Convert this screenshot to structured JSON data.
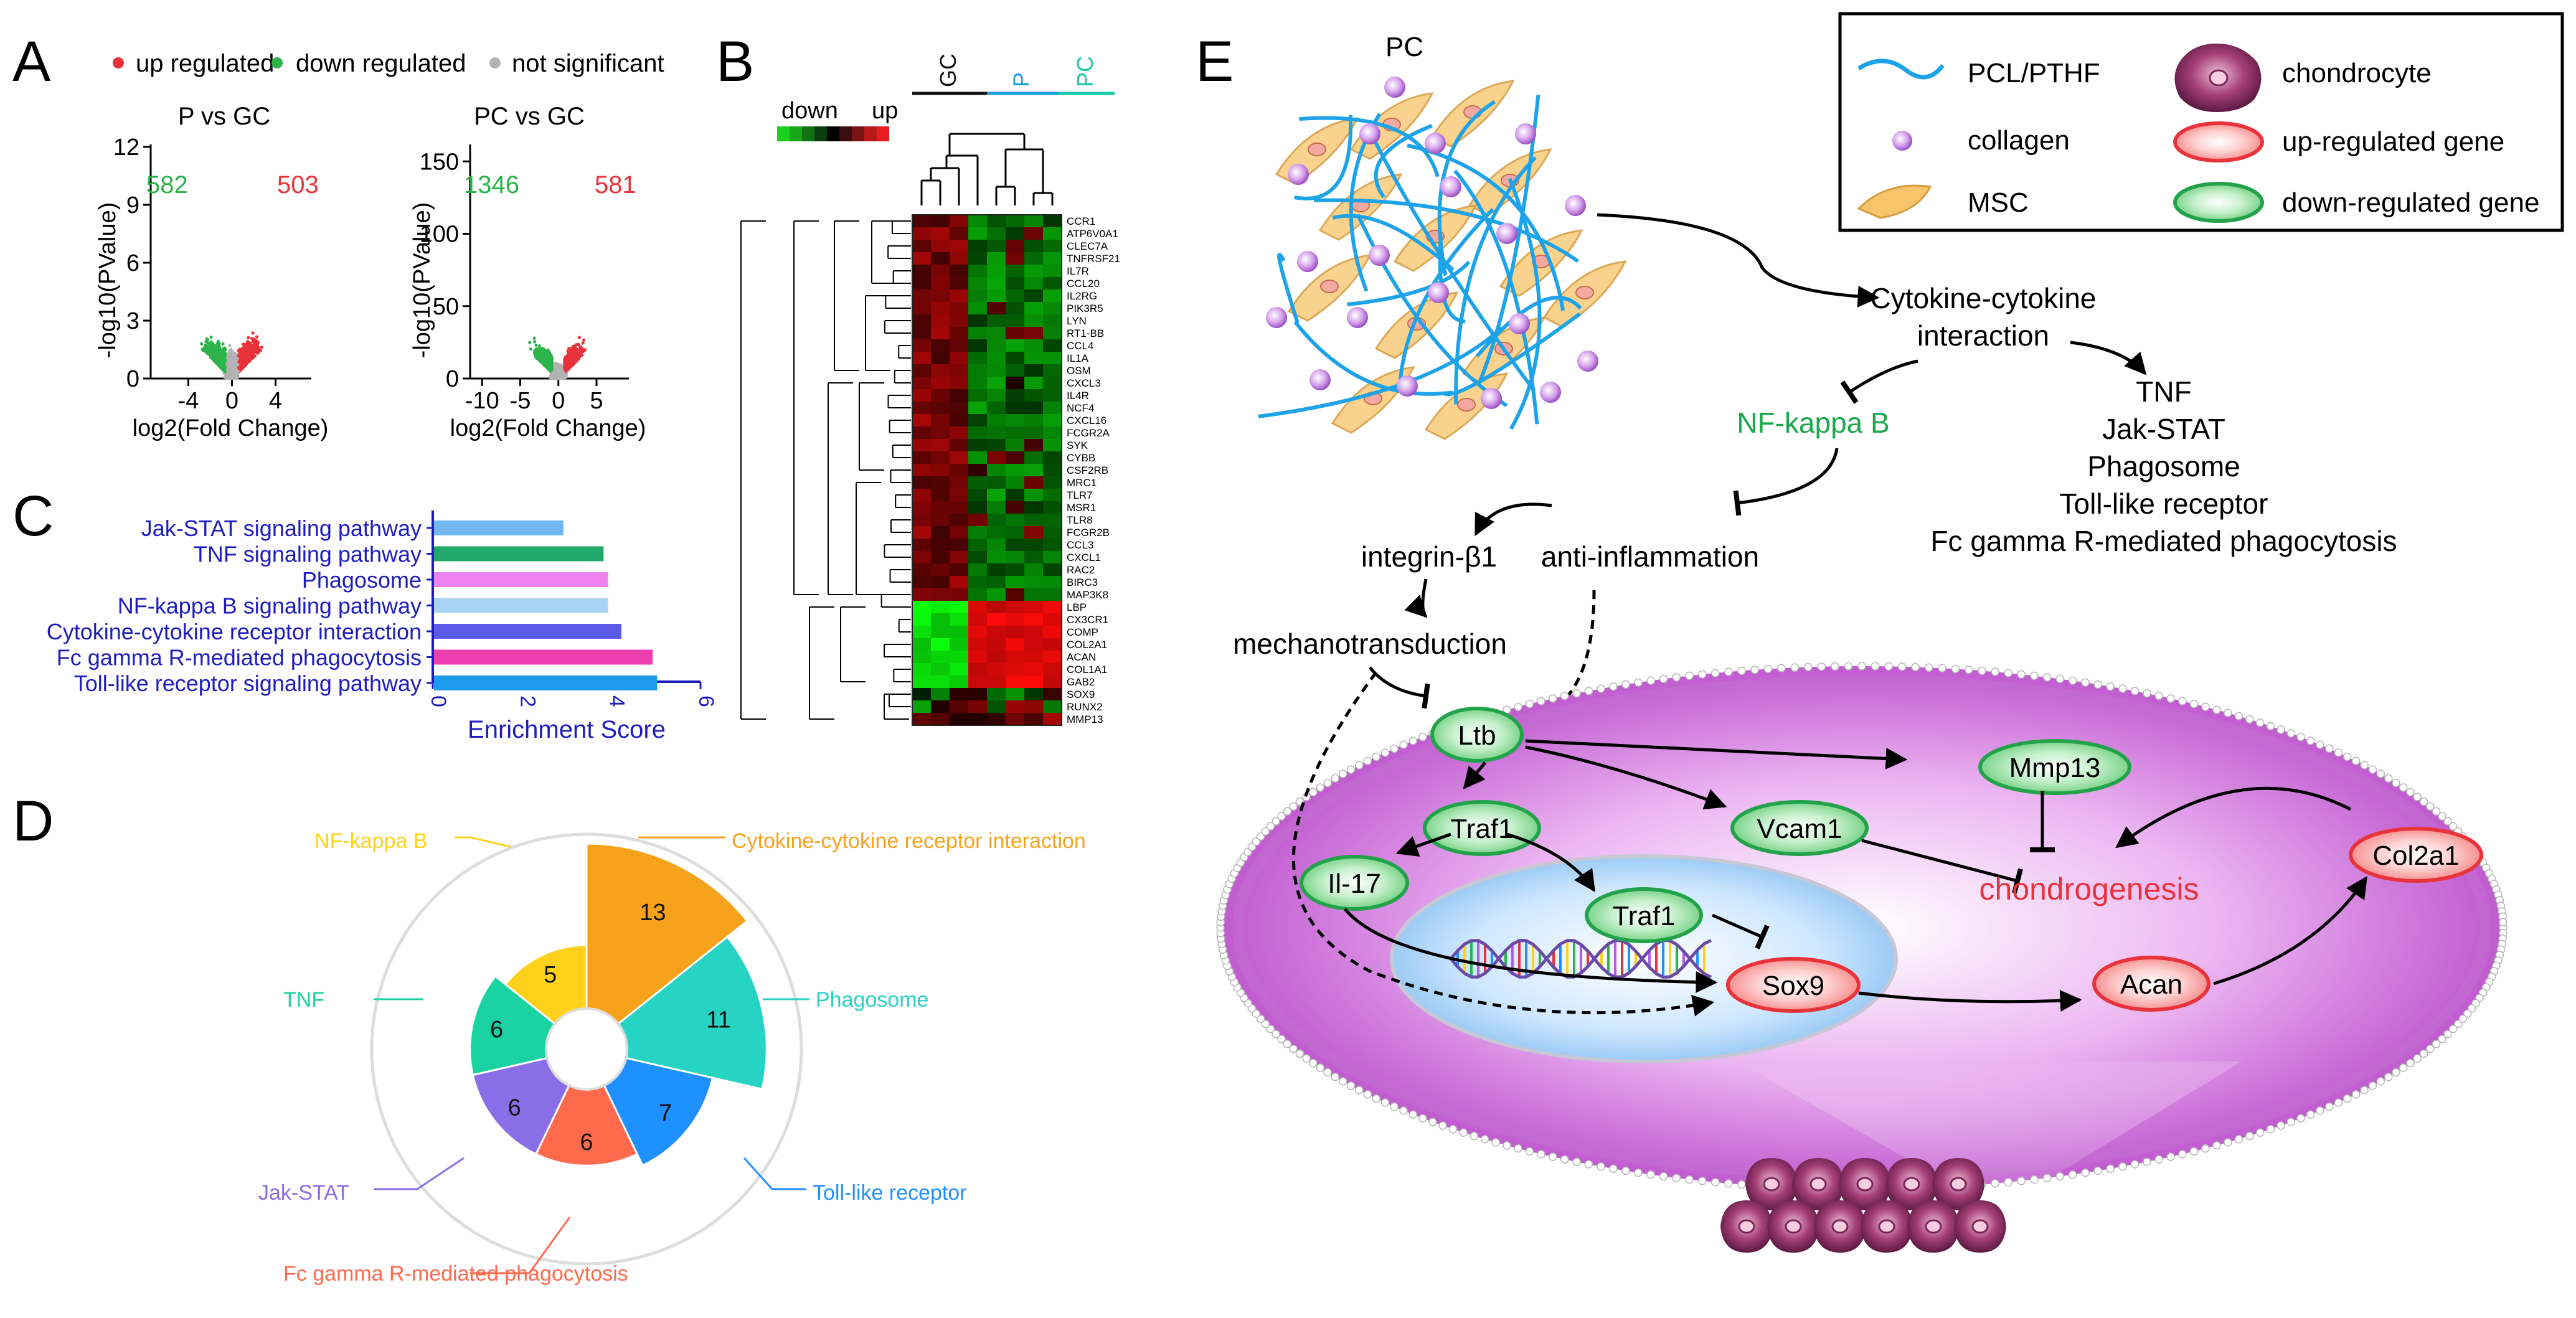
{
  "panels": {
    "a": "A",
    "b": "B",
    "c": "C",
    "d": "D",
    "e": "E"
  },
  "panel_a": {
    "legend": {
      "up": "up regulated",
      "down": "down regulated",
      "ns": "not significant"
    },
    "colors": {
      "up": "#e8333a",
      "down": "#2db34a",
      "ns": "#b3b3b3"
    },
    "ylabel": "-log10(PValue)",
    "xlabel": "log2(Fold Change)",
    "plot1": {
      "title": "P vs GC",
      "down_count": "582",
      "up_count": "503",
      "xticks": [
        "-4",
        "0",
        "4"
      ],
      "yticks": [
        "0",
        "3",
        "6",
        "9",
        "12"
      ]
    },
    "plot2": {
      "title": "PC vs GC",
      "down_count": "1346",
      "up_count": "581",
      "xticks": [
        "-10",
        "-5",
        "0",
        "5"
      ],
      "yticks": [
        "0",
        "50",
        "100",
        "150"
      ]
    }
  },
  "panel_b": {
    "scale_down": "down",
    "scale_up": "up",
    "groups": [
      "GC",
      "P",
      "PC"
    ],
    "group_colors": [
      "#111111",
      "#1aa0e0",
      "#19c9a6"
    ],
    "genes": [
      "CCR1",
      "ATP6V0A1",
      "CLEC7A",
      "TNFRSF21",
      "IL7R",
      "CCL20",
      "IL2RG",
      "PIK3R5",
      "LYN",
      "RT1-BB",
      "CCL4",
      "IL1A",
      "OSM",
      "CXCL3",
      "IL4R",
      "NCF4",
      "CXCL16",
      "FCGR2A",
      "SYK",
      "CYBB",
      "CSF2RB",
      "MRC1",
      "TLR7",
      "MSR1",
      "TLR8",
      "FCGR2B",
      "CCL3",
      "CXCL1",
      "RAC2",
      "BIRC3",
      "MAP3K8",
      "LBP",
      "CX3CR1",
      "COMP",
      "COL2A1",
      "ACAN",
      "COL1A1",
      "GAB2",
      "SOX9",
      "RUNX2",
      "MMP13"
    ]
  },
  "chart_data": [
    {
      "type": "bar",
      "panel": "C",
      "categories": [
        "Jak-STAT signaling pathway",
        "TNF signaling pathway",
        "Phagosome",
        "NF-kappa B signaling pathway",
        "Cytokine-cytokine receptor interaction",
        "Fc gamma R-mediated phagocytosis",
        "Toll-like receptor signaling pathway"
      ],
      "values": [
        2.9,
        3.8,
        3.9,
        3.9,
        4.2,
        4.9,
        5.0
      ],
      "colors": [
        "#72b6f2",
        "#22a86a",
        "#ee82ee",
        "#a9d3f5",
        "#5b5be8",
        "#ee3fb0",
        "#1e9aec"
      ],
      "xlabel": "Enrichment Score",
      "xticks": [
        "0",
        "2",
        "4",
        "6"
      ],
      "xlim": [
        0,
        6
      ]
    },
    {
      "type": "pie",
      "panel": "D",
      "categories": [
        "Cytokine-cytokine receptor interaction",
        "Phagosome",
        "Toll-like receptor",
        "Fc gamma R-mediated phagocytosis",
        "Jak-STAT",
        "TNF",
        "NF-kappa B"
      ],
      "values": [
        13,
        11,
        7,
        6,
        6,
        6,
        5
      ],
      "colors": [
        "#f7a21b",
        "#27d3c3",
        "#1e90ff",
        "#ff6a4d",
        "#8a6ee8",
        "#19d3a2",
        "#ffd11a"
      ]
    }
  ],
  "panel_e": {
    "pc_label": "PC",
    "legend": {
      "pcl": "PCL/PTHF",
      "collagen": "collagen",
      "msc": "MSC",
      "chondrocyte": "chondrocyte",
      "up_gene": "up-regulated gene",
      "down_gene": "down-regulated gene"
    },
    "cytokine_line1": "Cytokine-cytokine",
    "cytokine_line2": "interaction",
    "nfkb": "NF-kappa B",
    "pathways": [
      "TNF",
      "Jak-STAT",
      "Phagosome",
      "Toll-like receptor",
      "Fc gamma R-mediated phagocytosis"
    ],
    "integrin": "integrin-β1",
    "anti_inflammation": "anti-inflammation",
    "mechano": "mechanotransduction",
    "genes": {
      "ltb": "Ltb",
      "mmp13": "Mmp13",
      "traf1a": "Traf1",
      "vcam1": "Vcam1",
      "il17": "Il-17",
      "traf1b": "Traf1",
      "sox9": "Sox9",
      "acan": "Acan",
      "col2a1": "Col2a1"
    },
    "chondrogenesis": "chondrogenesis",
    "colors": {
      "nfkb": "#1aa84a",
      "chondrogenesis": "#e8333a"
    }
  }
}
